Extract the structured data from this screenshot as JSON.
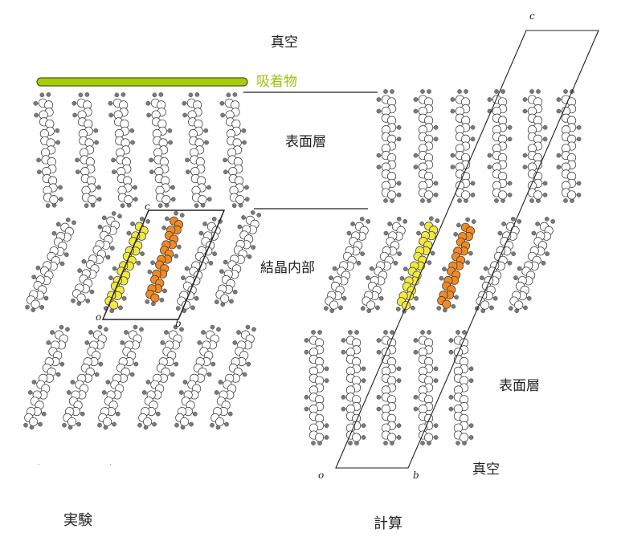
{
  "figure": {
    "left_panel": {
      "caption": "実験",
      "adsorbate_label": "吸着物",
      "vacuum_label": "真空",
      "surface_layer_label": "表面層",
      "bulk_label": "結晶内部",
      "cell_axes": {
        "origin": "o",
        "b": "b",
        "c": "c"
      }
    },
    "right_panel": {
      "caption": "計算",
      "surface_layer_label": "表面層",
      "vacuum_label": "真空",
      "cell_axes": {
        "origin": "o",
        "b": "b",
        "c": "c"
      }
    },
    "colors": {
      "adsorbate_bar": "#a8cc0a",
      "adsorbate_bar_outline": "#4a5a10",
      "adsorbate_text": "#9ac10e",
      "molecule_highlight_1": "#f2e940",
      "molecule_highlight_2": "#f08a24",
      "atom_carbon": "#ffffff",
      "atom_hydrogen": "#7a7a7a",
      "line": "#231f20"
    }
  }
}
